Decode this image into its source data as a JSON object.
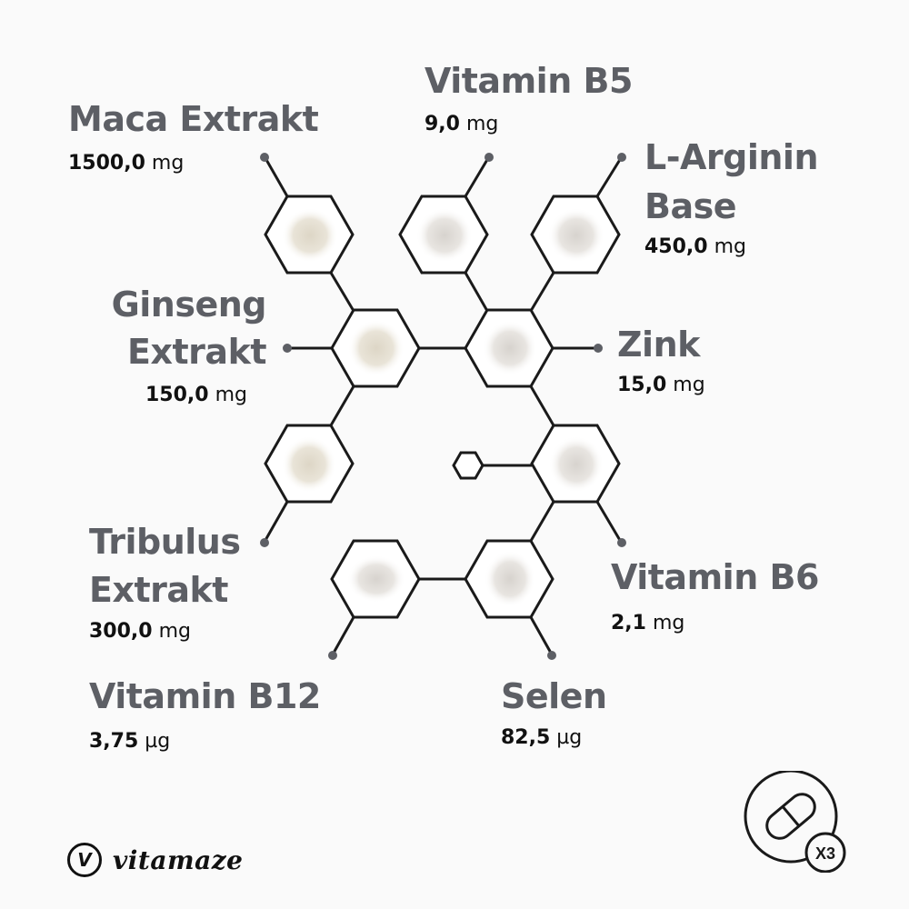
{
  "ingredients": [
    {
      "name_lines": [
        "Maca Extrakt"
      ],
      "amount": "1500,0",
      "unit": "mg"
    },
    {
      "name_lines": [
        "Vitamin B5"
      ],
      "amount": "9,0",
      "unit": "mg"
    },
    {
      "name_lines": [
        "L-Arginin",
        "Base"
      ],
      "amount": "450,0",
      "unit": "mg"
    },
    {
      "name_lines": [
        "Ginseng",
        "Extrakt"
      ],
      "amount": "150,0",
      "unit": "mg"
    },
    {
      "name_lines": [
        "Zink"
      ],
      "amount": "15,0",
      "unit": "mg"
    },
    {
      "name_lines": [
        "Tribulus",
        "Extrakt"
      ],
      "amount": "300,0",
      "unit": "mg"
    },
    {
      "name_lines": [
        "Vitamin B6"
      ],
      "amount": "2,1",
      "unit": "mg"
    },
    {
      "name_lines": [
        "Vitamin B12"
      ],
      "amount": "3,75",
      "unit": "µg"
    },
    {
      "name_lines": [
        "Selen"
      ],
      "amount": "82,5",
      "unit": "µg"
    }
  ],
  "brand": {
    "name": "vitamaze",
    "mark": "V"
  },
  "dose_badge": {
    "icon": "capsule-icon",
    "label": "X3"
  },
  "colors": {
    "name_text": "#5d5f65",
    "amount_text": "#111111",
    "line": "#1a1a1a",
    "dot": "#5d5f65",
    "background": "#fafafa",
    "powder": "#e8e3d6"
  }
}
